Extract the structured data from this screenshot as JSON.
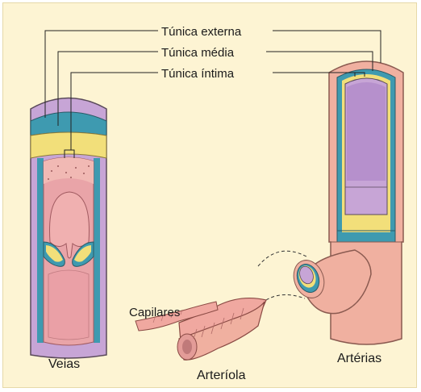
{
  "labels": {
    "tunica_externa": "Túnica externa",
    "tunica_media": "Túnica média",
    "tunica_intima": "Túnica íntima",
    "veias": "Veias",
    "arterias": "Artérias",
    "capilares": "Capilares",
    "arteriola": "Arteríola"
  },
  "colors": {
    "background": "#fdf4d3",
    "externa": "#c7a5d6",
    "media": "#3e9ab0",
    "intima": "#f2df7a",
    "lumen": "#e9a4a8",
    "vessel_wall": "#f0b0a0"
  }
}
